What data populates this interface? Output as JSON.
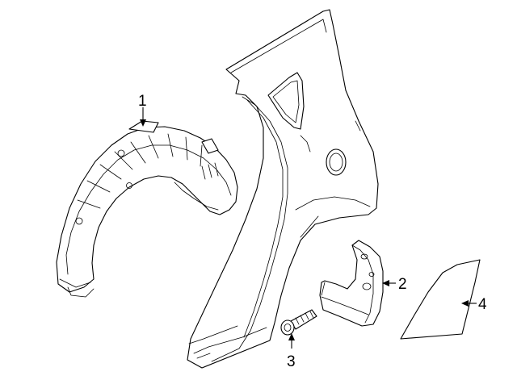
{
  "callouts": [
    {
      "id": "1",
      "label": "1"
    },
    {
      "id": "2",
      "label": "2"
    },
    {
      "id": "3",
      "label": "3"
    },
    {
      "id": "4",
      "label": "4"
    }
  ],
  "colors": {
    "line": "#000000",
    "background": "#ffffff"
  }
}
